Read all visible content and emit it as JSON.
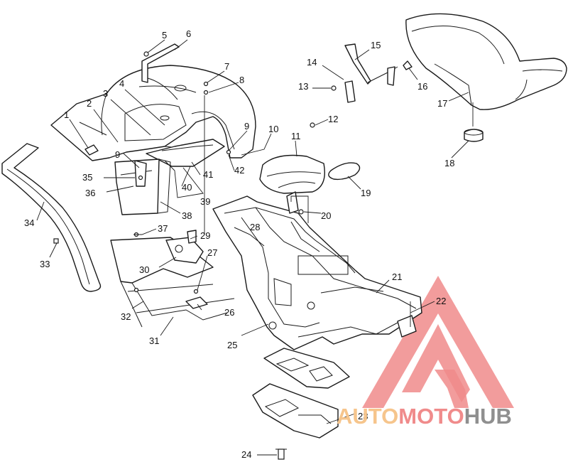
{
  "colors": {
    "line": "#1a1a1a",
    "background": "#ffffff",
    "watermark_red": "#f08b8b",
    "watermark_orange": "#f6c58c",
    "watermark_gray": "#8f8f8f"
  },
  "watermark": {
    "part1": "AUTO",
    "part2": "MOTO",
    "part3": "HUB"
  },
  "callouts": [
    {
      "id": "1",
      "label": "1"
    },
    {
      "id": "2",
      "label": "2"
    },
    {
      "id": "3",
      "label": "3"
    },
    {
      "id": "4",
      "label": "4"
    },
    {
      "id": "5",
      "label": "5"
    },
    {
      "id": "6",
      "label": "6"
    },
    {
      "id": "7",
      "label": "7"
    },
    {
      "id": "8",
      "label": "8"
    },
    {
      "id": "9a",
      "label": "9"
    },
    {
      "id": "9b",
      "label": "9"
    },
    {
      "id": "10",
      "label": "10"
    },
    {
      "id": "11",
      "label": "11"
    },
    {
      "id": "12",
      "label": "12"
    },
    {
      "id": "13",
      "label": "13"
    },
    {
      "id": "14",
      "label": "14"
    },
    {
      "id": "15",
      "label": "15"
    },
    {
      "id": "16",
      "label": "16"
    },
    {
      "id": "17",
      "label": "17"
    },
    {
      "id": "18",
      "label": "18"
    },
    {
      "id": "19",
      "label": "19"
    },
    {
      "id": "20",
      "label": "20"
    },
    {
      "id": "21",
      "label": "21"
    },
    {
      "id": "22",
      "label": "22"
    },
    {
      "id": "23",
      "label": "23"
    },
    {
      "id": "24",
      "label": "24"
    },
    {
      "id": "25",
      "label": "25"
    },
    {
      "id": "26",
      "label": "26"
    },
    {
      "id": "27",
      "label": "27"
    },
    {
      "id": "28",
      "label": "28"
    },
    {
      "id": "29",
      "label": "29"
    },
    {
      "id": "30",
      "label": "30"
    },
    {
      "id": "31",
      "label": "31"
    },
    {
      "id": "32",
      "label": "32"
    },
    {
      "id": "33",
      "label": "33"
    },
    {
      "id": "34",
      "label": "34"
    },
    {
      "id": "35",
      "label": "35"
    },
    {
      "id": "36",
      "label": "36"
    },
    {
      "id": "37",
      "label": "37"
    },
    {
      "id": "38",
      "label": "38"
    },
    {
      "id": "39",
      "label": "39"
    },
    {
      "id": "40",
      "label": "40"
    },
    {
      "id": "41",
      "label": "41"
    },
    {
      "id": "42",
      "label": "42"
    }
  ]
}
